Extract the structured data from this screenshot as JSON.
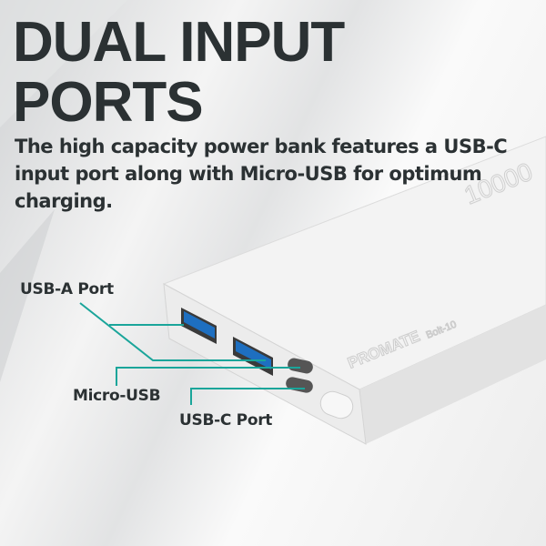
{
  "headline": [
    "DUAL INPUT",
    "PORTS"
  ],
  "description": "The high capacity power bank features a USB-C input port along with Micro-USB for optimum charging.",
  "product": {
    "brand": "PROMATE",
    "model": "Bolt-10",
    "capacity_print": "10000"
  },
  "callouts": {
    "usb_a": "USB-A Port",
    "micro_usb": "Micro-USB",
    "usb_c": "USB-C Port"
  },
  "colors": {
    "callout_line": "#1aa59a",
    "port_blue": "#1e6fc0",
    "text": "#2b3133"
  }
}
